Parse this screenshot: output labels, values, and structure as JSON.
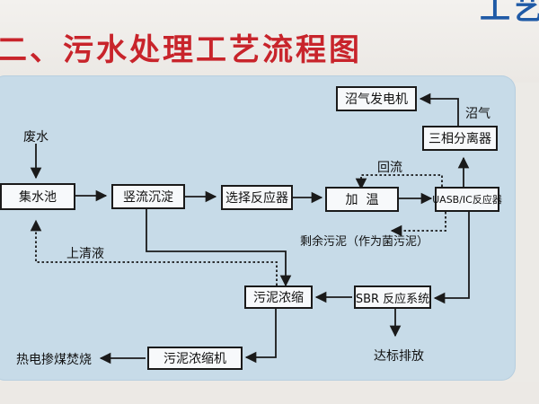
{
  "title": "二、污水处理工艺流程图",
  "top_partial": "工艺",
  "nodes": {
    "jishuichi": "集水池",
    "shuliu": "竖流沉淀",
    "xuanze": "选择反应器",
    "jiawen": "加  温",
    "uasb": "UASB/IC反应器",
    "sanxiang": "三相分离器",
    "zhaoqi_fadian": "沼气发电机",
    "sbr": "SBR 反应系统",
    "wuni_nongsuo": "污泥浓缩",
    "wuni_nongsuoji": "污泥浓缩机"
  },
  "labels": {
    "feishui": "废水",
    "huiliu": "回流",
    "zhaoqi": "沼气",
    "shengyu": "剩余污泥（作为菌污泥）",
    "shangqingye": "上清液",
    "dabiao": "达标排放",
    "redian": "热电掺煤焚烧"
  },
  "colors": {
    "title": "#c8242b",
    "panel": "#c7dbe8",
    "node_fill": "#f7f9fb",
    "line": "#1a1a1a"
  }
}
